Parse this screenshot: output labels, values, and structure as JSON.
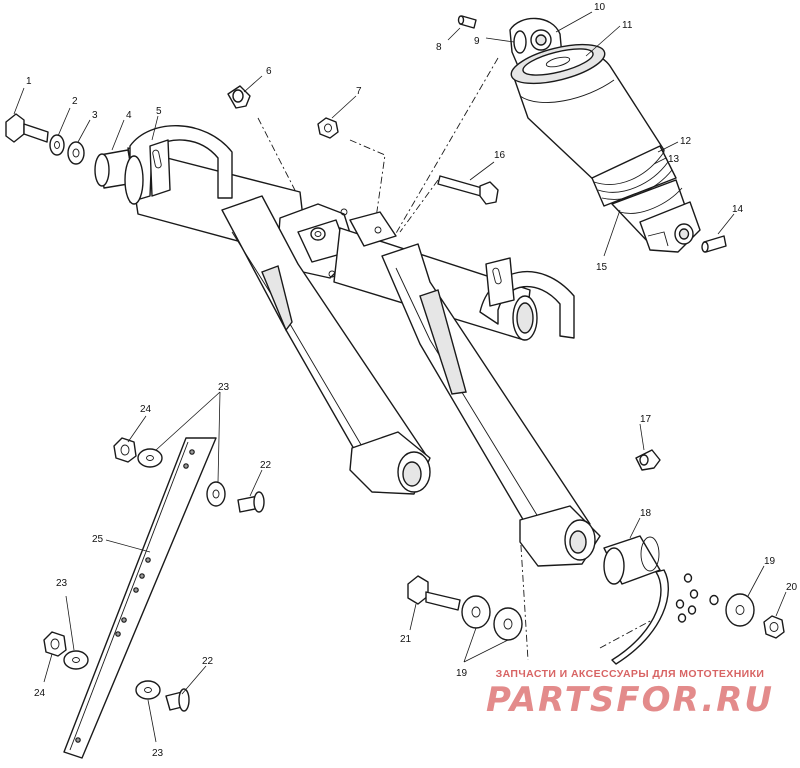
{
  "diagram": {
    "callouts": {
      "p1": "1",
      "p2": "2",
      "p3": "3",
      "p4": "4",
      "p5": "5",
      "p6": "6",
      "p7": "7",
      "p8": "8",
      "p9": "9",
      "p10": "10",
      "p11": "11",
      "p12": "12",
      "p13": "13",
      "p14": "14",
      "p15": "15",
      "p16": "16",
      "p17": "17",
      "p18": "18",
      "p19a": "19",
      "p19b": "19",
      "p20": "20",
      "p21": "21",
      "p22a": "22",
      "p22b": "22",
      "p23a": "23",
      "p23b": "23",
      "p23c": "23",
      "p24a": "24",
      "p24b": "24",
      "p25": "25"
    }
  },
  "watermark": {
    "tagline": "ЗАПЧАСТИ И АКСЕССУАРЫ ДЛЯ МОТОТЕХНИКИ",
    "brand": "PARTSFOR.RU"
  }
}
